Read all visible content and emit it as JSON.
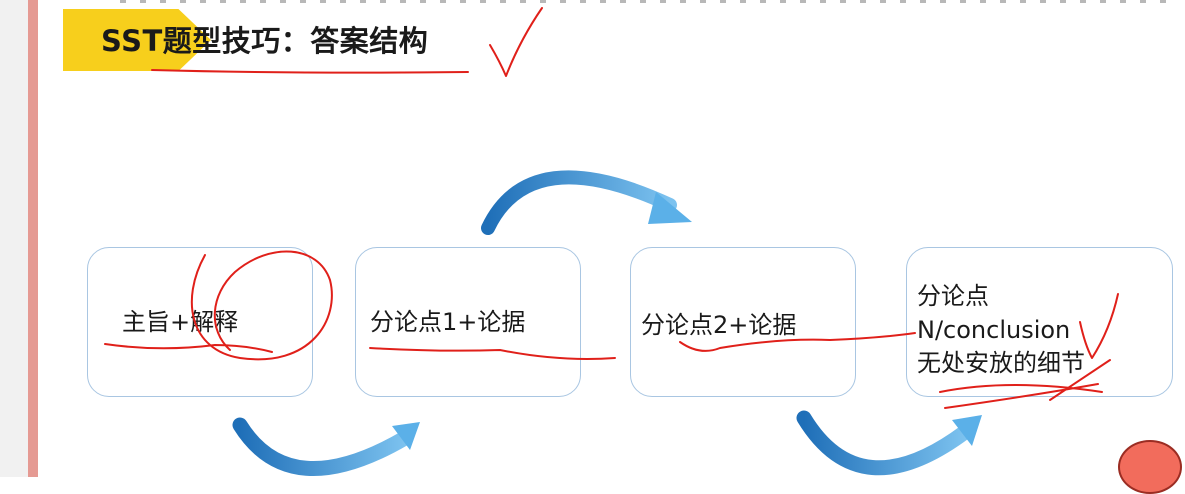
{
  "title": "SST题型技巧：答案结构",
  "boxes": [
    {
      "lines": [
        "主旨+解释"
      ]
    },
    {
      "lines": [
        "分论点1+论据"
      ]
    },
    {
      "lines": [
        "分论点2+论据"
      ]
    },
    {
      "lines": [
        "分论点",
        "N/conclusion",
        "无处安放的细节"
      ]
    }
  ],
  "colors": {
    "accent": "#f7cf1c",
    "arrow": "#3c93d8",
    "box_border": "#a9c6e2",
    "annotation": "#e0201a",
    "side_bar": "#e59a93"
  }
}
